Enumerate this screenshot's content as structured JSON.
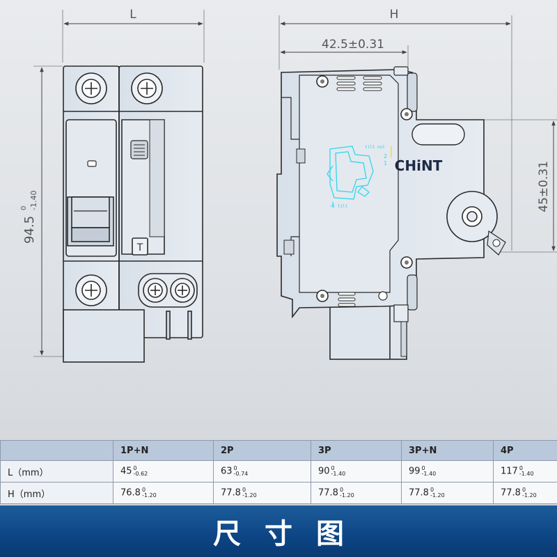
{
  "dimensions": {
    "front_width_label": "L",
    "side_width_label": "H",
    "depth_label": "42.5±0.31",
    "height_main": "94.5",
    "height_tol_upper": "0",
    "height_tol_lower": "-1.40",
    "side_right_label": "45±0.31"
  },
  "device": {
    "brand": "CHiNT",
    "toggle_label": "T",
    "trip_text_top": "tilt out",
    "trip_text_bottom": "↑t tilt",
    "trip_num_1": "2",
    "trip_num_2": "1"
  },
  "table": {
    "headers": [
      "",
      "1P+N",
      "2P",
      "3P",
      "3P+N",
      "4P"
    ],
    "rows": [
      {
        "label": "L（mm）",
        "cells": [
          {
            "value": "45",
            "upper": "0",
            "lower": "-0.62"
          },
          {
            "value": "63",
            "upper": "0",
            "lower": "-0.74"
          },
          {
            "value": "90",
            "upper": "0",
            "lower": "-1.40"
          },
          {
            "value": "99",
            "upper": "0",
            "lower": "-1.40"
          },
          {
            "value": "117",
            "upper": "0",
            "lower": "-1.40"
          }
        ]
      },
      {
        "label": "H（mm）",
        "cells": [
          {
            "value": "76.8",
            "upper": "0",
            "lower": "-1.20"
          },
          {
            "value": "77.8",
            "upper": "0",
            "lower": "-1.20"
          },
          {
            "value": "77.8",
            "upper": "0",
            "lower": "-1.20"
          },
          {
            "value": "77.8",
            "upper": "0",
            "lower": "-1.20"
          },
          {
            "value": "77.8",
            "upper": "0",
            "lower": "-1.20"
          }
        ]
      }
    ]
  },
  "banner": {
    "title": "尺寸图"
  },
  "colors": {
    "accent_blue": "#0d4585",
    "line": "#2a2a2a",
    "device_fill": "#dde4ec",
    "trip_cyan": "#33d6e8"
  }
}
